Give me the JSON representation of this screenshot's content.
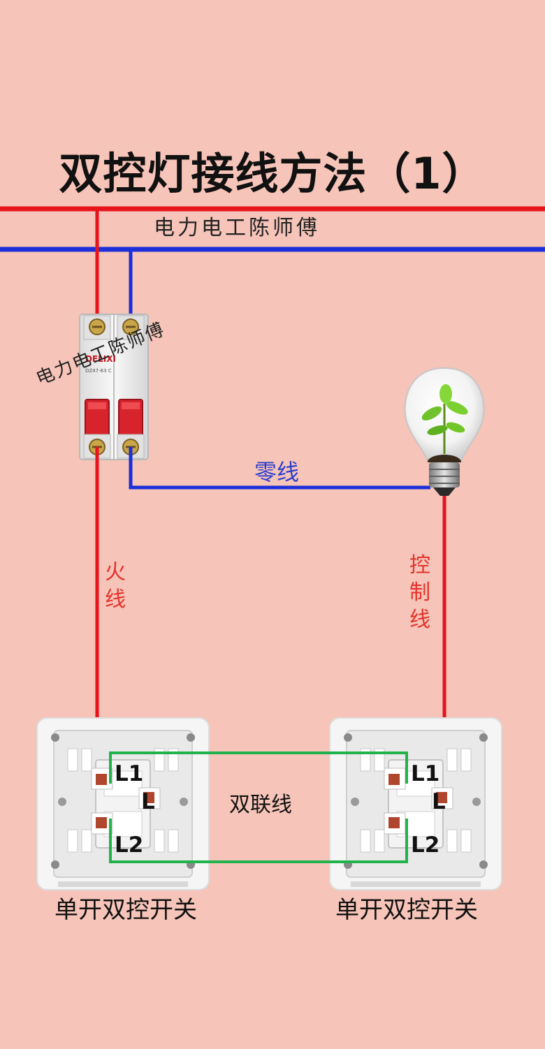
{
  "title": "双控灯接线方法（1）",
  "watermark": "电力电工陈师傅",
  "breaker": {
    "brand": "DELIXI",
    "model": "DZ47-63 C"
  },
  "labels": {
    "neutral": "零线",
    "live": "火线",
    "control": "控制线",
    "double_link": "双联线"
  },
  "switches": [
    {
      "caption": "单开双控开关",
      "terminals": {
        "l1": "L1",
        "l": "L",
        "l2": "L2"
      }
    },
    {
      "caption": "单开双控开关",
      "terminals": {
        "l1": "L1",
        "l": "L",
        "l2": "L2"
      }
    }
  ],
  "colors": {
    "background": "#f6c4b8",
    "live_wire": "#e8141c",
    "neutral_wire": "#1c2fd8",
    "link_wire": "#22b24c",
    "neutral_text": "#2b3fd0",
    "live_text": "#e4322b"
  }
}
